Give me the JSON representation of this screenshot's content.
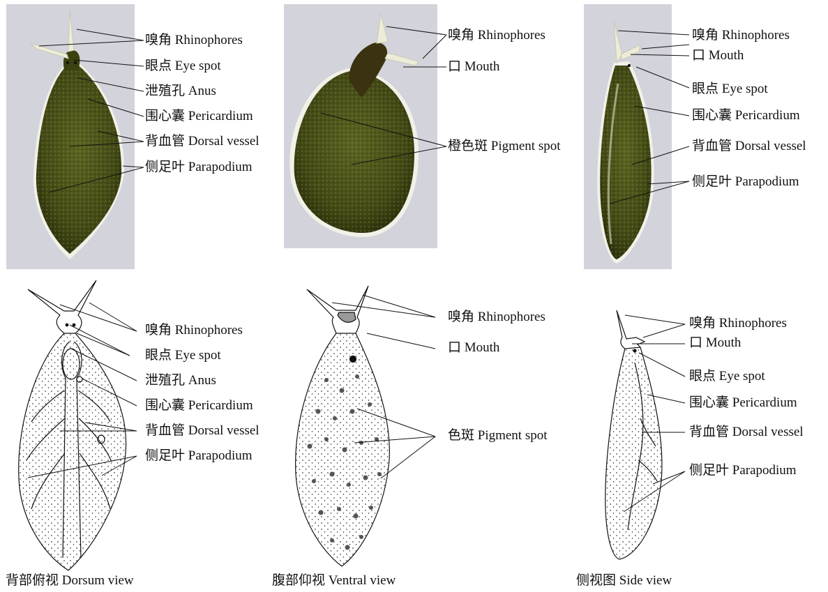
{
  "panels": {
    "dorsal_photo": {
      "labels": [
        "嗅角 Rhinophores",
        "眼点 Eye spot",
        "泄殖孔 Anus",
        "围心囊 Pericardium",
        "背血管 Dorsal vessel",
        "侧足叶 Parapodium"
      ]
    },
    "ventral_photo": {
      "labels": [
        "嗅角 Rhinophores",
        "口 Mouth",
        "橙色斑 Pigment spot"
      ]
    },
    "side_photo": {
      "labels": [
        "嗅角 Rhinophores",
        "口 Mouth",
        "眼点 Eye spot",
        "围心囊 Pericardium",
        "背血管 Dorsal vessel",
        "侧足叶 Parapodium"
      ]
    },
    "dorsal_drawing": {
      "labels": [
        "嗅角 Rhinophores",
        "眼点 Eye spot",
        "泄殖孔 Anus",
        "围心囊 Pericardium",
        "背血管 Dorsal vessel",
        "侧足叶 Parapodium"
      ],
      "caption": "背部俯视 Dorsum view"
    },
    "ventral_drawing": {
      "labels": [
        "嗅角 Rhinophores",
        "口 Mouth",
        "色斑 Pigment spot"
      ],
      "caption": "腹部仰视 Ventral view"
    },
    "side_drawing": {
      "labels": [
        "嗅角 Rhinophores",
        "口 Mouth",
        "眼点 Eye spot",
        "围心囊 Pericardium",
        "背血管 Dorsal vessel",
        "侧足叶 Parapodium"
      ],
      "caption": "侧视图 Side view"
    }
  },
  "colors": {
    "photo_background": "#d3d3db",
    "body_green": "#4b521a",
    "body_dark": "#2b2f0c",
    "ink": "#111111"
  }
}
